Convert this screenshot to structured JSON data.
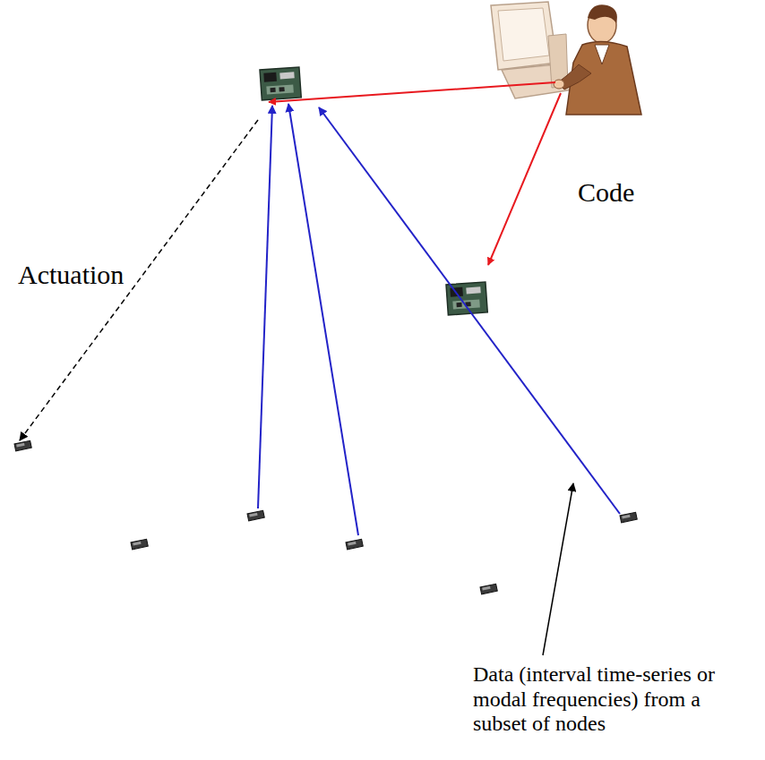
{
  "diagram": {
    "labels": [
      "Code",
      "Actuation",
      "Data (interval time-series or modal frequencies) from a subset of nodes"
    ]
  }
}
